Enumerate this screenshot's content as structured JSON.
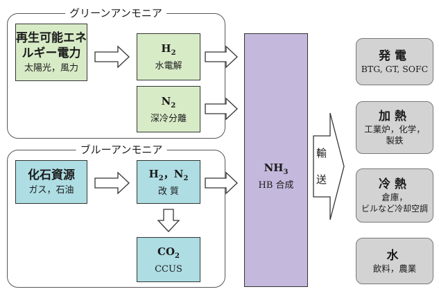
{
  "green_group": {
    "title": "グリーンアンモニア",
    "source": {
      "title_line1": "再生可能エネ",
      "title_line2": "ルギー電力",
      "sub": "太陽光，風力"
    },
    "h2": {
      "formula": "H",
      "formula_sub": "2",
      "sub": "水電解"
    },
    "n2": {
      "formula": "N",
      "formula_sub": "2",
      "sub": "深冷分離"
    }
  },
  "blue_group": {
    "title": "ブルーアンモニア",
    "source": {
      "title": "化石資源",
      "sub": "ガス，石油"
    },
    "h2n2": {
      "formula_a": "H",
      "formula_a_sub": "2",
      "sep": "，",
      "formula_b": "N",
      "formula_b_sub": "2",
      "sub": "改 質"
    },
    "co2": {
      "formula": "CO",
      "formula_sub": "2",
      "sub": "CCUS"
    }
  },
  "nh3": {
    "formula": "NH",
    "formula_sub": "3",
    "sub": "HB 合成"
  },
  "transport": {
    "char1": "輸",
    "char2": "送"
  },
  "outputs": [
    {
      "title": "発電",
      "sub_line1": "BTG, GT, SOFC",
      "sub_line2": ""
    },
    {
      "title": "加熱",
      "sub_line1": "工業炉，化学，",
      "sub_line2": "製鉄"
    },
    {
      "title": "冷熱",
      "sub_line1": "倉庫，",
      "sub_line2": "ビルなど冷却空調"
    },
    {
      "title": "水",
      "sub_line1": "飲料，農業",
      "sub_line2": ""
    }
  ],
  "colors": {
    "green_box": "#d8ebc7",
    "blue_box": "#aedde3",
    "nh3_box": "#c4b9dc",
    "output_box": "#d3d3d3"
  }
}
